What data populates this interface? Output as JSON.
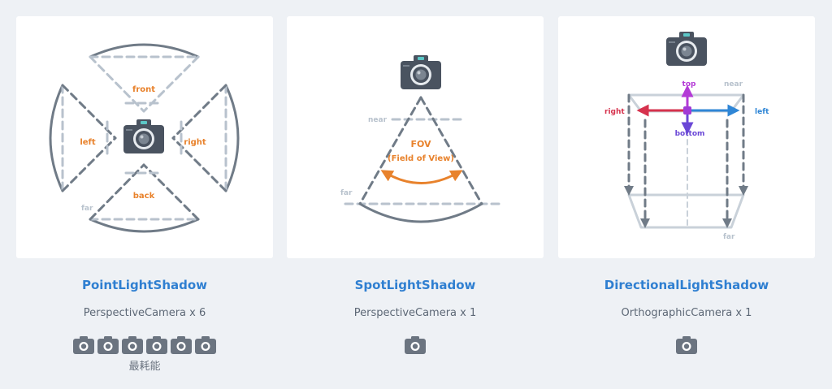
{
  "panels": [
    {
      "title": "PointLightShadow",
      "camera_type": "PerspectiveCamera x 6",
      "camera_count": 6,
      "note": "最耗能",
      "labels": {
        "front": "front",
        "left": "left",
        "right": "right",
        "back": "back",
        "far": "far"
      }
    },
    {
      "title": "SpotLightShadow",
      "camera_type": "PerspectiveCamera x 1",
      "camera_count": 1,
      "labels": {
        "near": "near",
        "far": "far",
        "fov": "FOV",
        "fov_full": "(Field of View)"
      }
    },
    {
      "title": "DirectionalLightShadow",
      "camera_type": "OrthographicCamera x 1",
      "camera_count": 1,
      "labels": {
        "top": "top",
        "near": "near",
        "right": "right",
        "left": "left",
        "bottom": "bottom",
        "far": "far"
      }
    }
  ],
  "colors": {
    "background": "#eef1f5",
    "title": "#2f7fd1",
    "label_orange": "#e8822c",
    "faint": "#b8c2cd",
    "frustum": "#707b87",
    "arrow_top": "#b33ad6",
    "arrow_right": "#d6324d",
    "arrow_left": "#2f86d6",
    "arrow_bottom": "#6a47d6"
  }
}
